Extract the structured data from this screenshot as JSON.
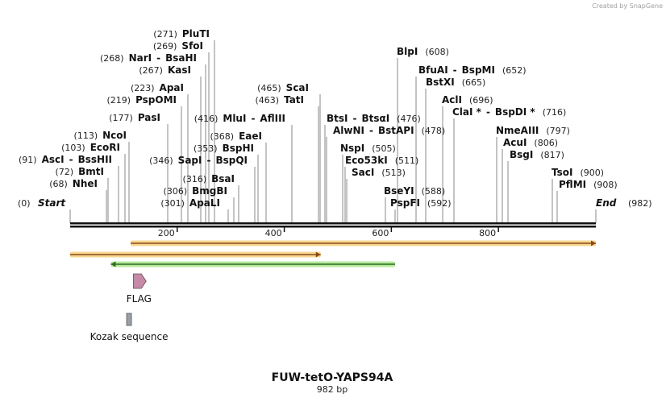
{
  "credit": "Created by SnapGene",
  "title": "FUW-tetO-YAPS94A",
  "subtitle": "982 bp",
  "sequence_length": 982,
  "ticks": [
    {
      "value": 200,
      "label": "200"
    },
    {
      "value": 400,
      "label": "400"
    },
    {
      "value": 600,
      "label": "600"
    },
    {
      "value": 800,
      "label": "800"
    }
  ],
  "start_label": {
    "pos": "(0)",
    "name": "Start"
  },
  "end_label": {
    "pos": "(982)",
    "name": "End"
  },
  "sites": [
    {
      "id": "nhei",
      "parts": [
        {
          "t": "pos",
          "v": "(68)"
        },
        {
          "t": "name",
          "v": "NheI"
        }
      ],
      "cut": 68
    },
    {
      "id": "bmti",
      "parts": [
        {
          "t": "pos",
          "v": "(72)"
        },
        {
          "t": "name",
          "v": "BmtI"
        }
      ],
      "cut": 72
    },
    {
      "id": "asci",
      "parts": [
        {
          "t": "pos",
          "v": "(91)"
        },
        {
          "t": "name",
          "v": "AscI"
        },
        {
          "t": "dash",
          "v": "-"
        },
        {
          "t": "name",
          "v": "BssHII"
        }
      ],
      "cut": 91
    },
    {
      "id": "ecori",
      "parts": [
        {
          "t": "pos",
          "v": "(103)"
        },
        {
          "t": "name",
          "v": "EcoRI"
        }
      ],
      "cut": 103
    },
    {
      "id": "ncoi",
      "parts": [
        {
          "t": "pos",
          "v": "(113)"
        },
        {
          "t": "name",
          "v": "NcoI"
        }
      ],
      "cut": 113
    },
    {
      "id": "pasi",
      "parts": [
        {
          "t": "pos",
          "v": "(177)"
        },
        {
          "t": "name",
          "v": "PasI"
        }
      ],
      "cut": 177
    },
    {
      "id": "pspomi",
      "parts": [
        {
          "t": "pos",
          "v": "(219)"
        },
        {
          "t": "name",
          "v": "PspOMI"
        }
      ],
      "cut": 219
    },
    {
      "id": "apai",
      "parts": [
        {
          "t": "pos",
          "v": "(223)"
        },
        {
          "t": "name",
          "v": "ApaI"
        }
      ],
      "cut": 223
    },
    {
      "id": "kasi",
      "parts": [
        {
          "t": "pos",
          "v": "(267)"
        },
        {
          "t": "name",
          "v": "KasI"
        }
      ],
      "cut": 267
    },
    {
      "id": "nari",
      "parts": [
        {
          "t": "pos",
          "v": "(268)"
        },
        {
          "t": "name",
          "v": "NarI"
        },
        {
          "t": "dash",
          "v": "-"
        },
        {
          "t": "name",
          "v": "BsaHI"
        }
      ],
      "cut": 268
    },
    {
      "id": "sfoi",
      "parts": [
        {
          "t": "pos",
          "v": "(269)"
        },
        {
          "t": "name",
          "v": "SfoI"
        }
      ],
      "cut": 269
    },
    {
      "id": "pluti",
      "parts": [
        {
          "t": "pos",
          "v": "(271)"
        },
        {
          "t": "name",
          "v": "PluTI"
        }
      ],
      "cut": 271
    },
    {
      "id": "apali",
      "parts": [
        {
          "t": "pos",
          "v": "(301)"
        },
        {
          "t": "name",
          "v": "ApaLI"
        }
      ],
      "cut": 301
    },
    {
      "id": "bmgbi",
      "parts": [
        {
          "t": "pos",
          "v": "(306)"
        },
        {
          "t": "name",
          "v": "BmgBI"
        }
      ],
      "cut": 306
    },
    {
      "id": "bsai",
      "parts": [
        {
          "t": "pos",
          "v": "(316)"
        },
        {
          "t": "name",
          "v": "BsaI"
        }
      ],
      "cut": 316
    },
    {
      "id": "sapi",
      "parts": [
        {
          "t": "pos",
          "v": "(346)"
        },
        {
          "t": "name",
          "v": "SapI"
        },
        {
          "t": "dash",
          "v": "-"
        },
        {
          "t": "name",
          "v": "BspQI"
        }
      ],
      "cut": 346
    },
    {
      "id": "bsphi",
      "parts": [
        {
          "t": "pos",
          "v": "(353)"
        },
        {
          "t": "name",
          "v": "BspHI"
        }
      ],
      "cut": 353
    },
    {
      "id": "eaei",
      "parts": [
        {
          "t": "pos",
          "v": "(368)"
        },
        {
          "t": "name",
          "v": "EaeI"
        }
      ],
      "cut": 368
    },
    {
      "id": "mlui",
      "parts": [
        {
          "t": "pos",
          "v": "(416)"
        },
        {
          "t": "name",
          "v": "MluI"
        },
        {
          "t": "dash",
          "v": "-"
        },
        {
          "t": "name",
          "v": "AflIII"
        }
      ],
      "cut": 416
    },
    {
      "id": "tati",
      "parts": [
        {
          "t": "pos",
          "v": "(463)"
        },
        {
          "t": "name",
          "v": "TatI"
        }
      ],
      "cut": 463
    },
    {
      "id": "scai",
      "parts": [
        {
          "t": "pos",
          "v": "(465)"
        },
        {
          "t": "name",
          "v": "ScaI"
        }
      ],
      "cut": 465
    },
    {
      "id": "btsi",
      "parts": [
        {
          "t": "name",
          "v": "BtsI"
        },
        {
          "t": "dash",
          "v": "-"
        },
        {
          "t": "name",
          "v": "BtsαI"
        },
        {
          "t": "pos",
          "v": "(476)"
        }
      ],
      "cut": 476
    },
    {
      "id": "alwni",
      "parts": [
        {
          "t": "name",
          "v": "AlwNI"
        },
        {
          "t": "dash",
          "v": "-"
        },
        {
          "t": "name",
          "v": "BstAPI"
        },
        {
          "t": "pos",
          "v": "(478)"
        }
      ],
      "cut": 478
    },
    {
      "id": "nspi",
      "parts": [
        {
          "t": "name",
          "v": "NspI"
        },
        {
          "t": "pos",
          "v": "(505)"
        }
      ],
      "cut": 505
    },
    {
      "id": "eco53ki",
      "parts": [
        {
          "t": "name",
          "v": "Eco53kI"
        },
        {
          "t": "pos",
          "v": "(511)"
        }
      ],
      "cut": 511
    },
    {
      "id": "saci",
      "parts": [
        {
          "t": "name",
          "v": "SacI"
        },
        {
          "t": "pos",
          "v": "(513)"
        }
      ],
      "cut": 513
    },
    {
      "id": "bseyi",
      "parts": [
        {
          "t": "name",
          "v": "BseYI"
        },
        {
          "t": "pos",
          "v": "(588)"
        }
      ],
      "cut": 588
    },
    {
      "id": "pspfi",
      "parts": [
        {
          "t": "name",
          "v": "PspFI"
        },
        {
          "t": "pos",
          "v": "(592)"
        }
      ],
      "cut": 592
    },
    {
      "id": "blpi",
      "parts": [
        {
          "t": "name",
          "v": "BlpI"
        },
        {
          "t": "pos",
          "v": "(608)"
        }
      ],
      "cut": 608
    },
    {
      "id": "bfuai",
      "parts": [
        {
          "t": "name",
          "v": "BfuAI"
        },
        {
          "t": "dash",
          "v": "-"
        },
        {
          "t": "name",
          "v": "BspMI"
        },
        {
          "t": "pos",
          "v": "(652)"
        }
      ],
      "cut": 652
    },
    {
      "id": "bstxi",
      "parts": [
        {
          "t": "name",
          "v": "BstXI"
        },
        {
          "t": "pos",
          "v": "(665)"
        }
      ],
      "cut": 665
    },
    {
      "id": "acli",
      "parts": [
        {
          "t": "name",
          "v": "AclI"
        },
        {
          "t": "pos",
          "v": "(696)"
        }
      ],
      "cut": 696
    },
    {
      "id": "clai",
      "parts": [
        {
          "t": "name",
          "v": "ClaI *"
        },
        {
          "t": "dash",
          "v": "-"
        },
        {
          "t": "name",
          "v": "BspDI *"
        },
        {
          "t": "pos",
          "v": "(716)"
        }
      ],
      "cut": 716
    },
    {
      "id": "nmeaiii",
      "parts": [
        {
          "t": "name",
          "v": "NmeAIII"
        },
        {
          "t": "pos",
          "v": "(797)"
        }
      ],
      "cut": 797
    },
    {
      "id": "acui",
      "parts": [
        {
          "t": "name",
          "v": "AcuI"
        },
        {
          "t": "pos",
          "v": "(806)"
        }
      ],
      "cut": 806
    },
    {
      "id": "bsgi",
      "parts": [
        {
          "t": "name",
          "v": "BsgI"
        },
        {
          "t": "pos",
          "v": "(817)"
        }
      ],
      "cut": 817
    },
    {
      "id": "tsoi",
      "parts": [
        {
          "t": "name",
          "v": "TsoI"
        },
        {
          "t": "pos",
          "v": "(900)"
        }
      ],
      "cut": 900
    },
    {
      "id": "pflmi",
      "parts": [
        {
          "t": "name",
          "v": "PflMI"
        },
        {
          "t": "pos",
          "v": "(908)"
        }
      ],
      "cut": 908
    }
  ],
  "tracks": [
    {
      "id": "orange-track-1",
      "start": 113,
      "end": 982,
      "direction": "forward",
      "fill": "#f3c96b",
      "edge": "#8b4a1a"
    },
    {
      "id": "orange-track-2",
      "start": 0,
      "end": 468,
      "direction": "forward",
      "fill": "#f3c96b",
      "edge": "#8b4a1a"
    },
    {
      "id": "green-track",
      "start": 76,
      "end": 607,
      "direction": "reverse",
      "fill": "#9be27a",
      "edge": "#2e6b1f"
    }
  ],
  "features": [
    {
      "id": "flag",
      "label": "FLAG",
      "start": 118,
      "end": 142,
      "shape": "arrow",
      "color": "#c48aa6"
    },
    {
      "id": "kozak",
      "label": "Kozak sequence",
      "start": 107,
      "end": 113,
      "shape": "box",
      "color": "#9aa0a6"
    }
  ]
}
